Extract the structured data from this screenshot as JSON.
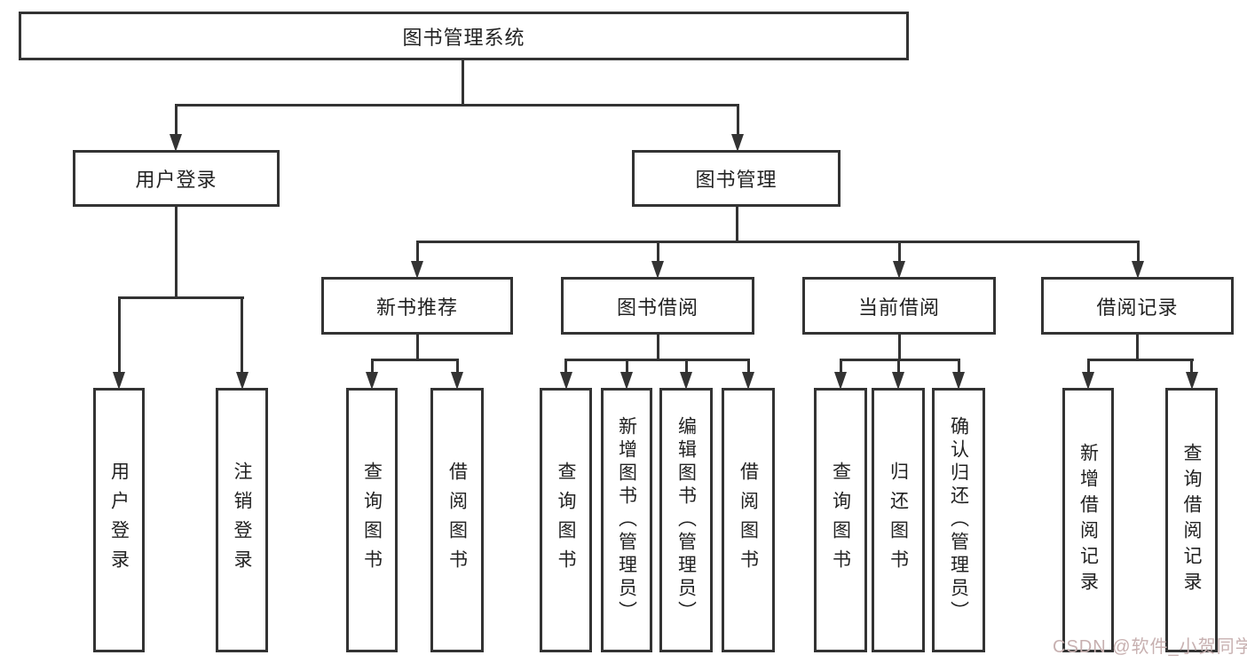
{
  "nodes": {
    "root": {
      "label": "图书管理系统"
    },
    "user_login": {
      "label": "用户登录"
    },
    "book_mgmt": {
      "label": "图书管理"
    },
    "new_book_rec": {
      "label": "新书推荐"
    },
    "book_borrow": {
      "label": "图书借阅"
    },
    "current_borrow": {
      "label": "当前借阅"
    },
    "borrow_record": {
      "label": "借阅记录"
    },
    "leaf_user_login": {
      "label": "用户登录"
    },
    "leaf_logout": {
      "label": "注销登录"
    },
    "leaf_query_book_1": {
      "label": "查询图书"
    },
    "leaf_borrow_book_1": {
      "label": "借阅图书"
    },
    "leaf_query_book_2": {
      "label": "查询图书"
    },
    "leaf_add_book": {
      "label": "新增图书（管理员）"
    },
    "leaf_edit_book": {
      "label": "编辑图书（管理员）"
    },
    "leaf_borrow_book_2": {
      "label": "借阅图书"
    },
    "leaf_query_book_3": {
      "label": "查询图书"
    },
    "leaf_return_book": {
      "label": "归还图书"
    },
    "leaf_confirm_return": {
      "label": "确认归还（管理员）"
    },
    "leaf_add_record": {
      "label": "新增借阅记录"
    },
    "leaf_query_record": {
      "label": "查询借阅记录"
    }
  },
  "watermark": {
    "text": "CSDN @软件_小贺同学",
    "color": "#c7b0b0"
  },
  "colors": {
    "line": "#333333",
    "box_border": "#333333",
    "box_fill": "#ffffff",
    "text": "#222222",
    "background": "#ffffff"
  }
}
